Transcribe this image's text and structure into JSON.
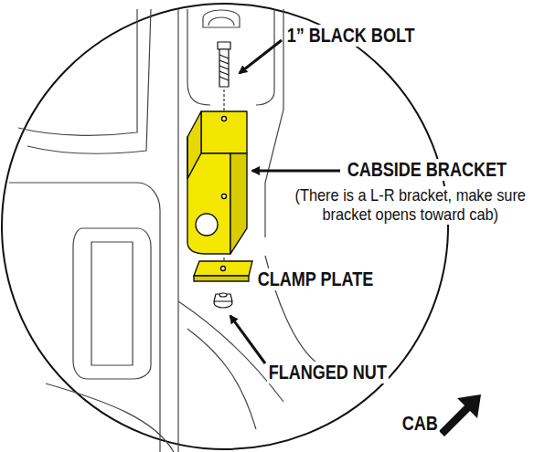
{
  "diagram": {
    "labels": [
      "1” BLACK BOLT",
      "CABSIDE BRACKET",
      "(There is a L-R bracket, make sure bracket opens toward cab)",
      "CLAMP PLATE",
      "FLANGED NUT",
      "CAB"
    ]
  }
}
